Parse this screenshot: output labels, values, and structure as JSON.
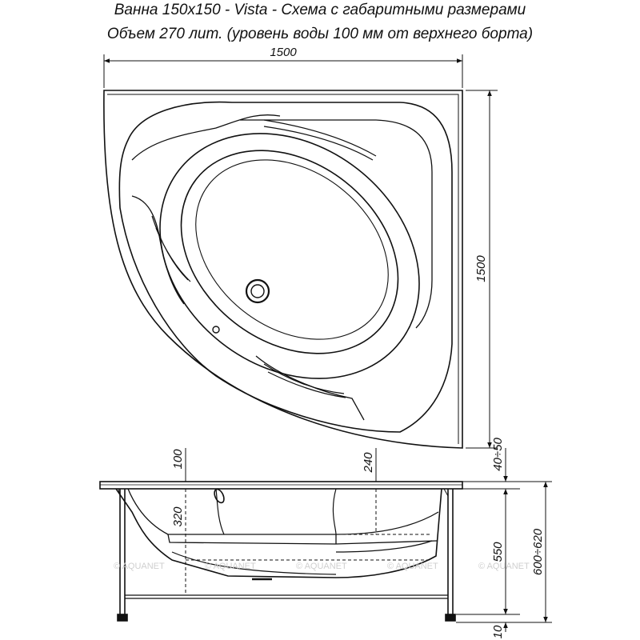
{
  "titles": {
    "line1": "Ванна 150х150 - Vista - Схема с габаритными размерами",
    "line2": "Объем 270 лит. (уровень воды 100 мм от верхнего борта)"
  },
  "dimensions": {
    "width": "1500",
    "depth": "1500",
    "rim_edge": "40÷50",
    "water_offset": "100",
    "rim_depth": "240",
    "seat_depth": "320",
    "bath_height": "550",
    "total_height": "600÷620",
    "leg": "10"
  },
  "watermark": {
    "text": "AQUANET",
    "symbol": "©"
  },
  "colors": {
    "line": "#111111",
    "watermark": "#cfcfcf"
  }
}
